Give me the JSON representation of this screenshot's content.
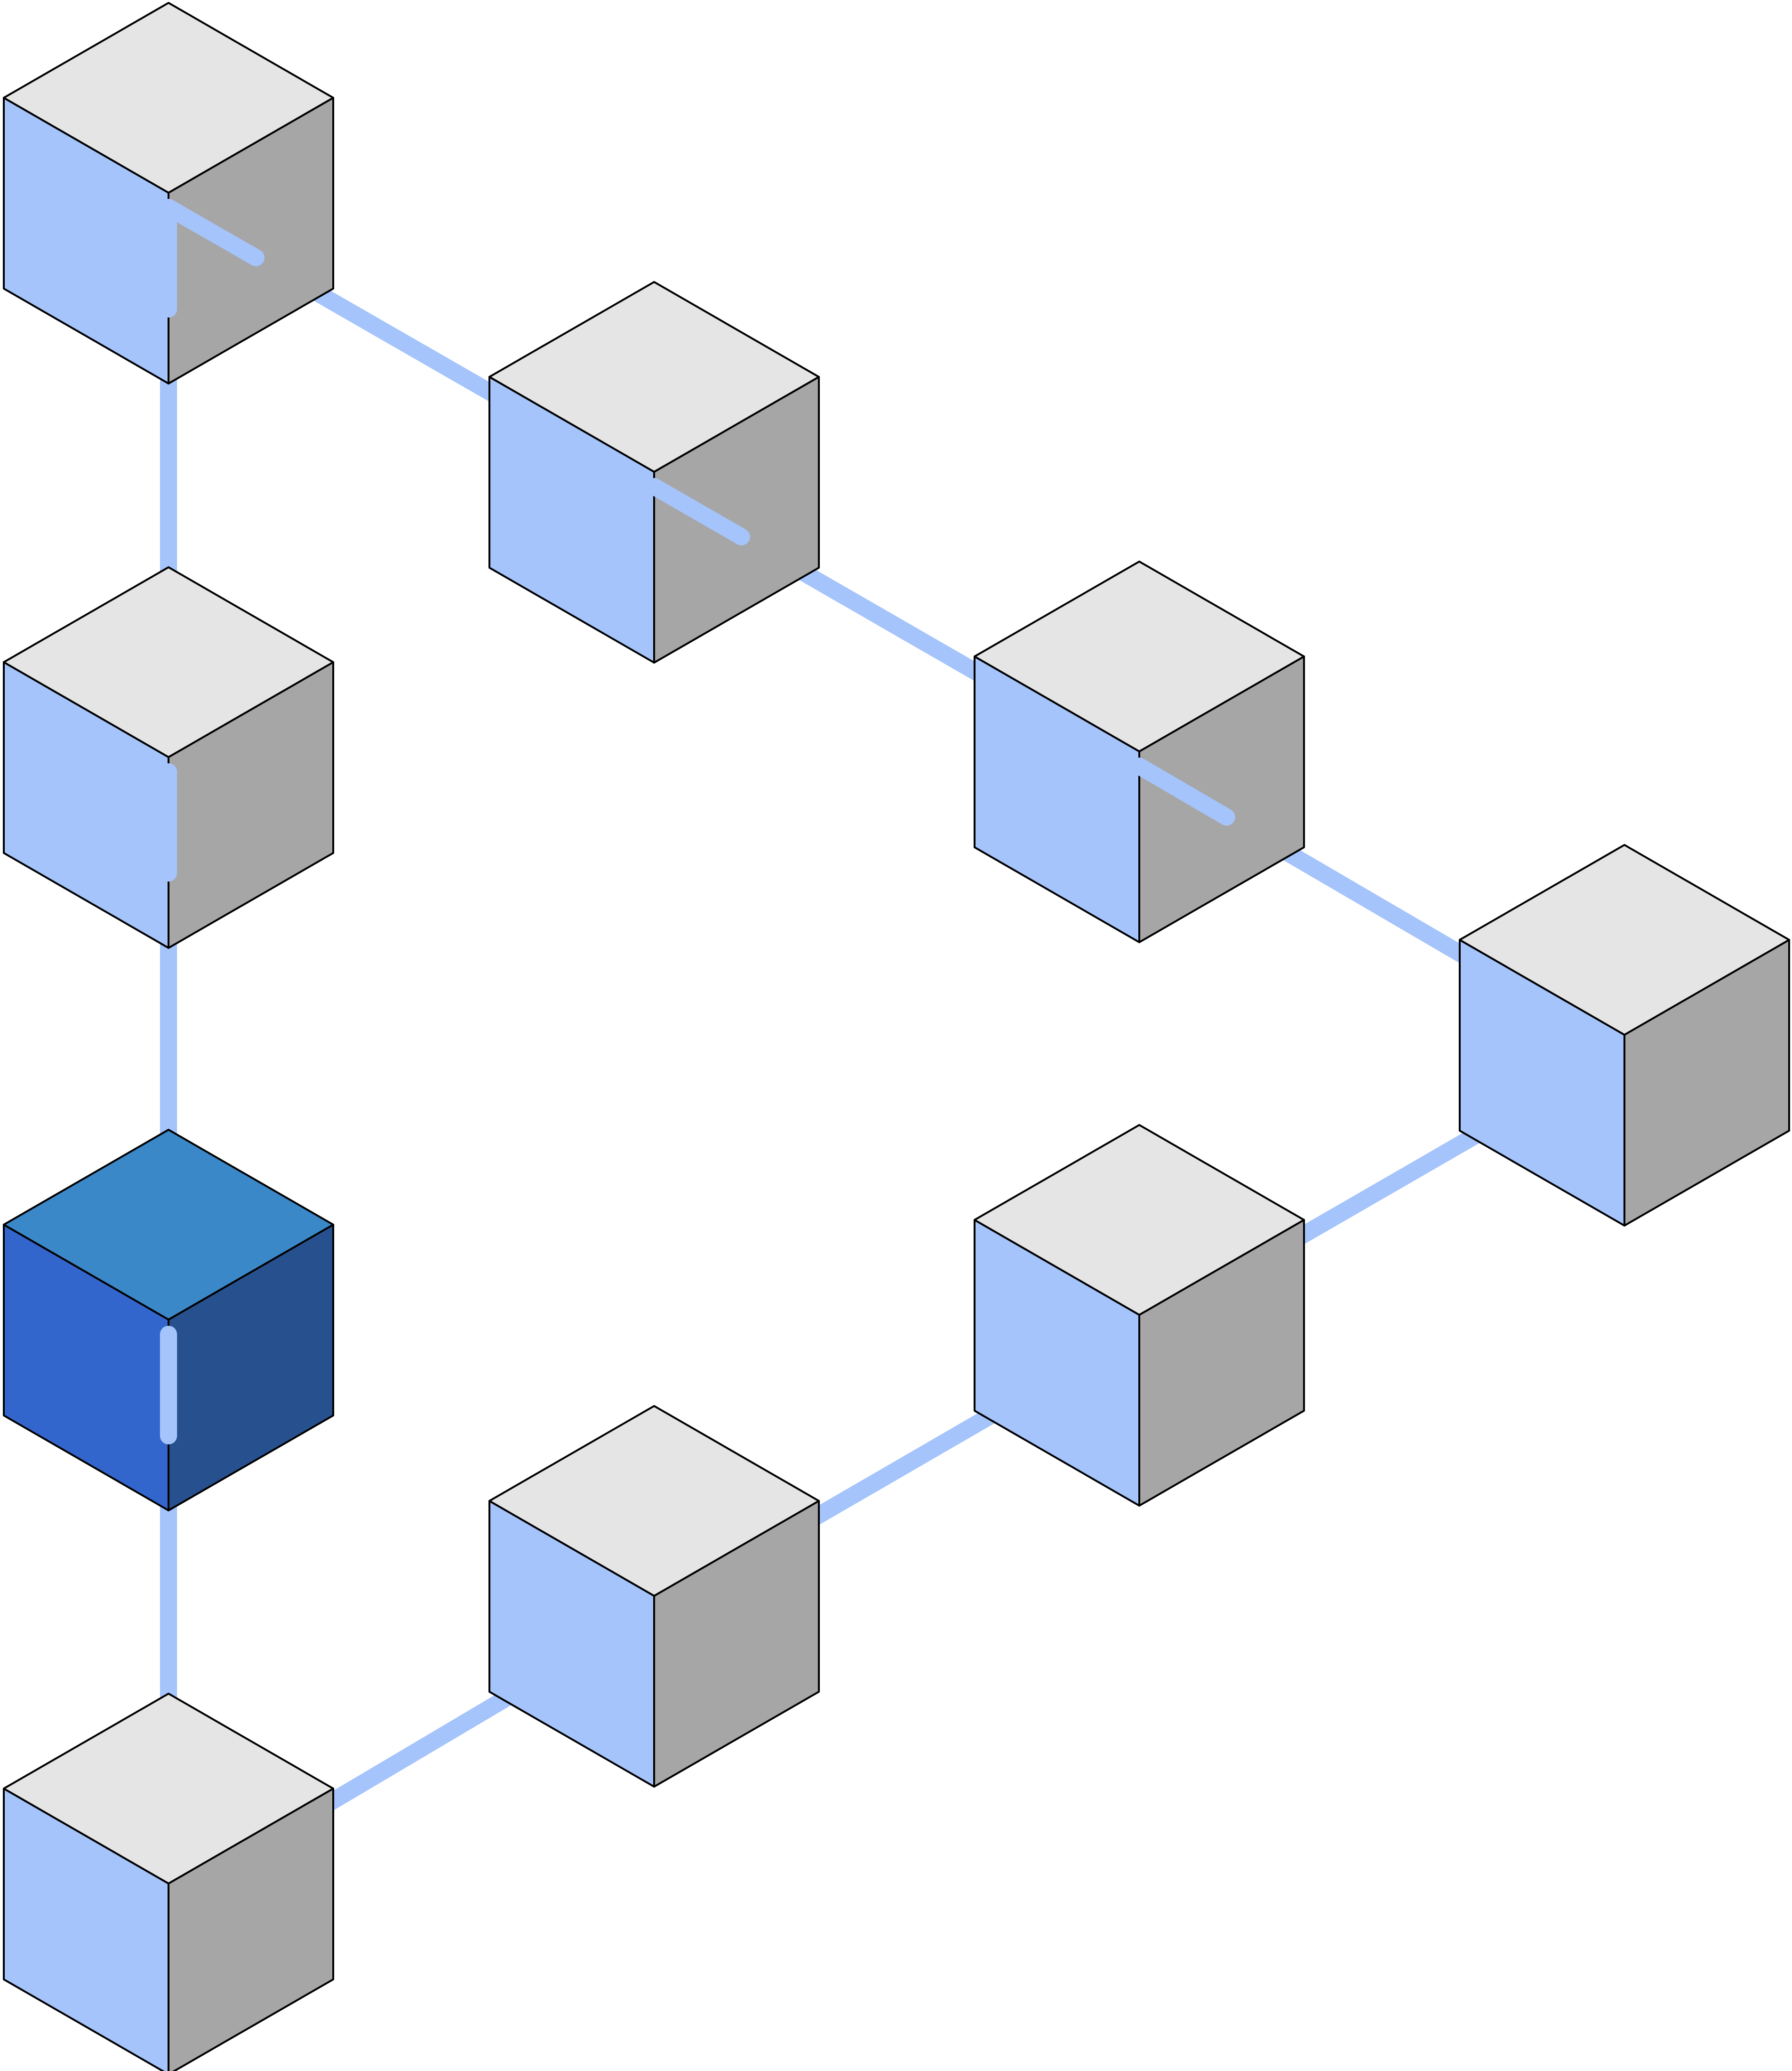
{
  "diagram": {
    "type": "isometric-block-network",
    "blocks": [
      {
        "id": "b1",
        "role": "block"
      },
      {
        "id": "b2",
        "role": "block"
      },
      {
        "id": "b3",
        "role": "highlighted-block"
      },
      {
        "id": "b4",
        "role": "block"
      },
      {
        "id": "b5",
        "role": "block"
      },
      {
        "id": "b6",
        "role": "block"
      },
      {
        "id": "b7",
        "role": "block"
      },
      {
        "id": "b8",
        "role": "block"
      },
      {
        "id": "b9",
        "role": "block"
      },
      {
        "id": "b10",
        "role": "block"
      }
    ],
    "links": [
      {
        "from": "b1",
        "to": "b2"
      },
      {
        "from": "b2",
        "to": "b3"
      },
      {
        "from": "b3",
        "to": "b4"
      },
      {
        "from": "b4",
        "to": "b5"
      },
      {
        "from": "b5",
        "to": "b6"
      },
      {
        "from": "b6",
        "to": "b7"
      },
      {
        "from": "b7",
        "to": "b8"
      },
      {
        "from": "b8",
        "to": "b9"
      },
      {
        "from": "b9",
        "to": "b10"
      },
      {
        "from": "b10",
        "to": "b1"
      }
    ]
  },
  "colors": {
    "link": "#a5c4fc",
    "face_top": "#e5e5e5",
    "face_left": "#a5c4fc",
    "face_right": "#a6a6a6",
    "highlight_top": "#3b88c9",
    "highlight_left": "#3366cc",
    "highlight_right": "#27518e",
    "outline": "#000000",
    "background": "#ffffff"
  }
}
